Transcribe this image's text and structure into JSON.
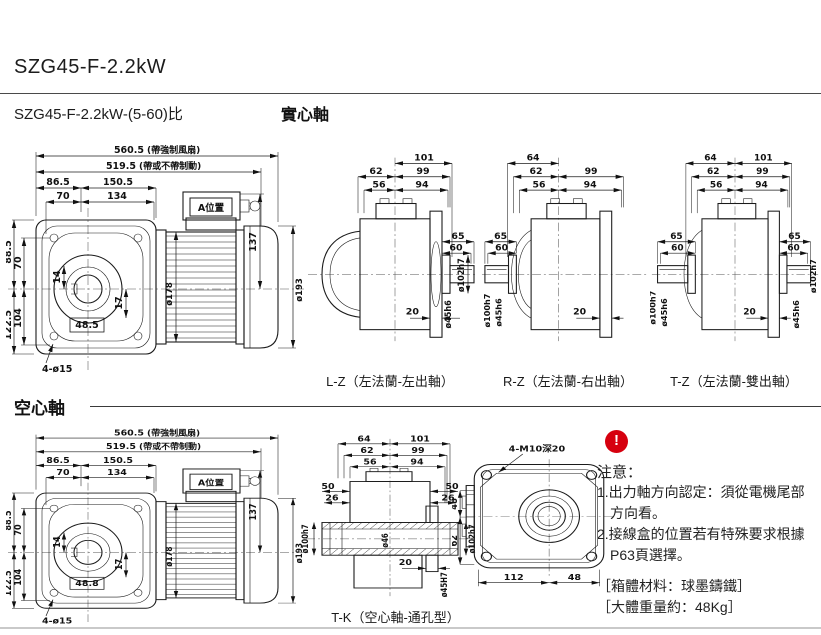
{
  "page": {
    "title": "SZG45-F-2.2kW",
    "subtitle": "SZG45-F-2.2kW-(5-60)比",
    "solid_shaft_label": "實心軸",
    "hollow_shaft_label": "空心軸",
    "line_color": "#1b1b1b",
    "accent_red": "#d6000f"
  },
  "front_view": {
    "total_len": "560.5",
    "total_len_note": "(帶強制風扇)",
    "brake_len": "519.5",
    "brake_len_note": "(帶或不帶制動)",
    "w1": "86.5",
    "w2": "150.5",
    "w3": "70",
    "w4": "134",
    "a_box": "A位置",
    "box_h": "137",
    "motor_dia": "ø178",
    "fan_dia": "ø193",
    "v1": "88.5",
    "v2": "70",
    "v3": "104",
    "v4": "122.5",
    "bore_solid": "48.5",
    "bore_hollow": "48.8",
    "k17": "17",
    "k14": "14",
    "holes": "4-ø15"
  },
  "lz_view": {
    "caption": "L-Z（左法蘭-左出軸）",
    "t1": "101",
    "t2": "62",
    "t3": "99",
    "t4": "56",
    "t5": "94",
    "s1": "65",
    "s2": "60",
    "flange_t": "20",
    "shaft_dia": "ø45h6",
    "spigot_dia": "ø102h7"
  },
  "rz_view": {
    "caption": "R-Z（左法蘭-右出軸）",
    "t1": "64",
    "t2": "62",
    "t3": "99",
    "t4": "56",
    "t5": "94",
    "s1": "65",
    "s2": "60",
    "flange_t": "20",
    "shaft_dia": "ø45h6",
    "spigot_dia": "ø100h7"
  },
  "tz_view": {
    "caption": "T-Z（左法蘭-雙出軸）",
    "t1": "64",
    "t2": "101",
    "t3": "62",
    "t4": "99",
    "t5": "56",
    "t6": "94",
    "sl1": "65",
    "sl2": "60",
    "sr1": "65",
    "sr2": "60",
    "flange_t": "20",
    "shaft_dia_l": "ø45h6",
    "shaft_dia_r": "ø45h6",
    "spigot_l": "ø100h7",
    "spigot_r": "ø102h7"
  },
  "tk_view": {
    "caption": "T-K（空心軸-通孔型）",
    "t1": "64",
    "t2": "101",
    "t3": "62",
    "t4": "99",
    "t5": "56",
    "t6": "94",
    "sl1": "50",
    "sl2": "26",
    "sr1": "50",
    "sr2": "26",
    "bore_dia": "ø46",
    "spigot_l": "ø100h7",
    "spigot_r": "ø102h7",
    "flange_t": "20",
    "hollow_bore": "ø45H7"
  },
  "rear_view": {
    "tap_note": "4-M10深20",
    "b1": "112",
    "b2": "48",
    "l1": "48",
    "l2": "62"
  },
  "notes": {
    "alert_icon": "!",
    "heading": "注意：",
    "line1": "1.出力軸方向認定：須從電機尾部",
    "line1b": "方向看。",
    "line2": "2.接線盒的位置若有特殊要求根據",
    "line2b": "P63頁選擇。",
    "material": "［箱體材料：球墨鑄鐵］",
    "weight": "［大體重量約：48Kg］"
  }
}
